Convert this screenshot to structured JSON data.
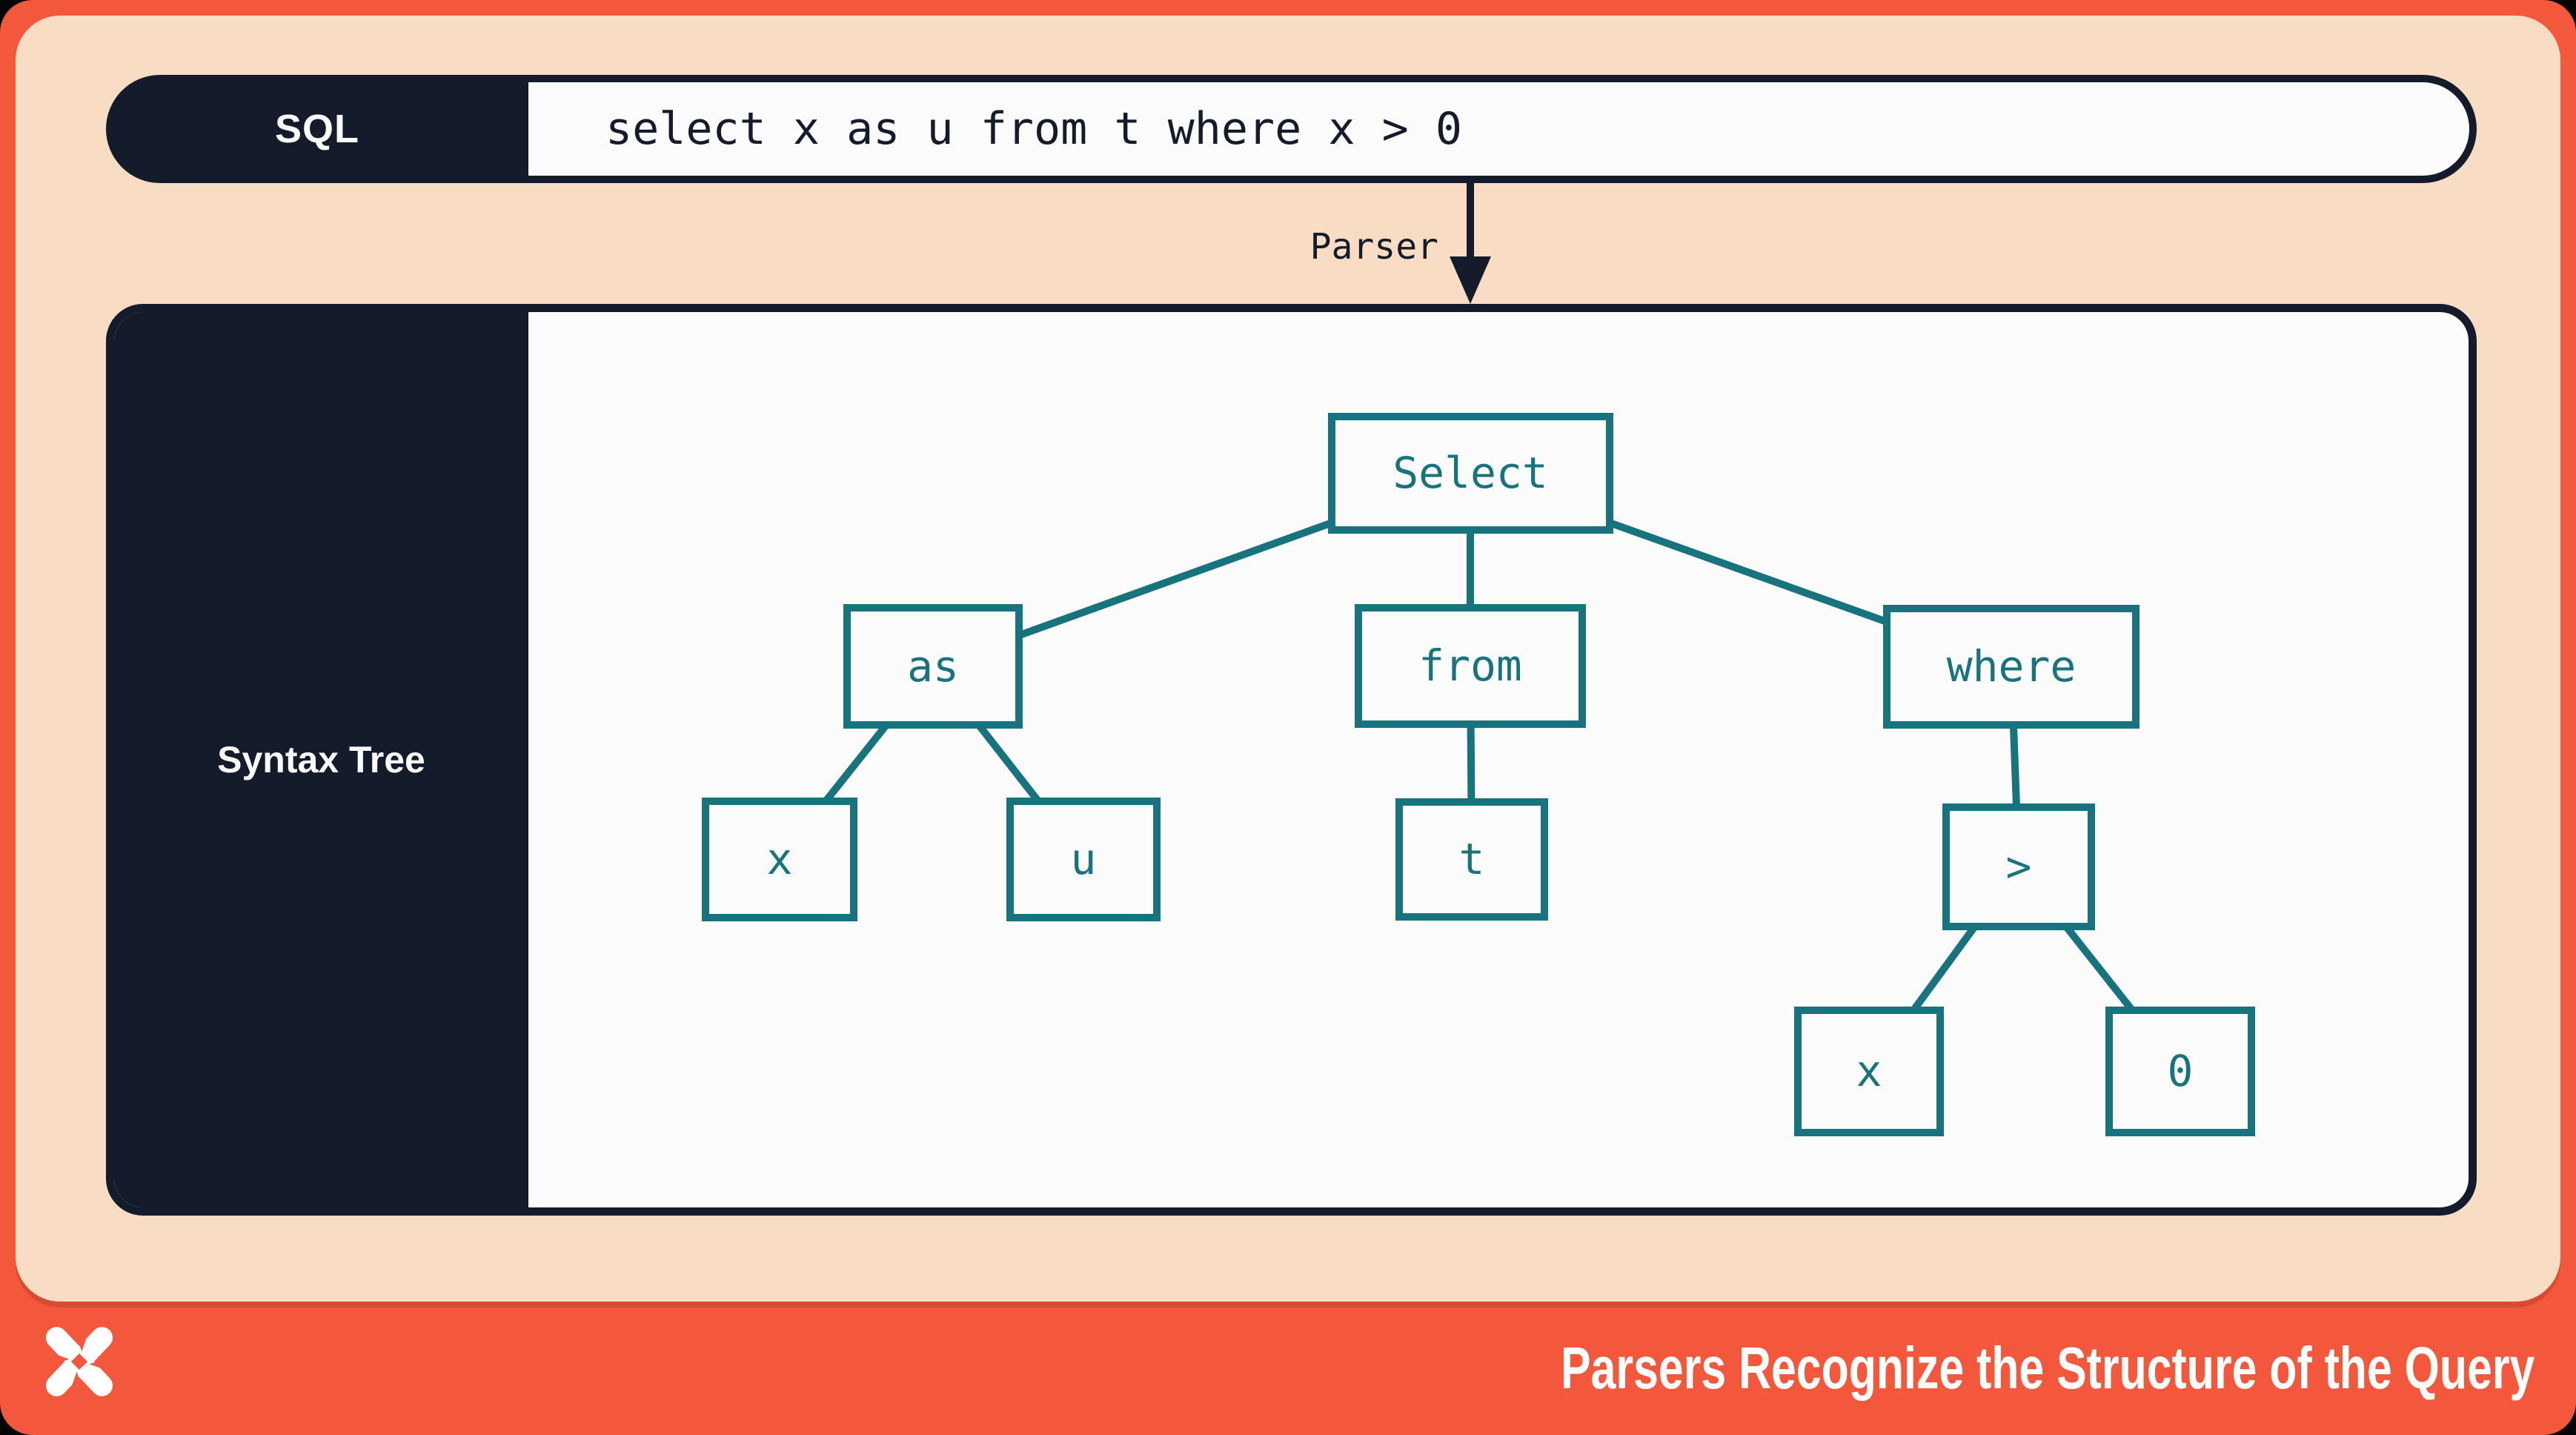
{
  "colors": {
    "brand_orange": "#F3583C",
    "peach_background": "#F8DCC3",
    "dark_navy": "#141B2B",
    "teal_accent": "#17737E",
    "card_white": "#FBFBFC"
  },
  "sql_bar": {
    "label": "SQL",
    "query": "select x as u from t where x > 0"
  },
  "parser": {
    "label": "Parser"
  },
  "syntax_tree": {
    "panel_label": "Syntax Tree",
    "nodes": [
      {
        "id": "select",
        "label": "Select"
      },
      {
        "id": "as",
        "label": "as"
      },
      {
        "id": "from",
        "label": "from"
      },
      {
        "id": "where",
        "label": "where"
      },
      {
        "id": "x-column",
        "label": "x"
      },
      {
        "id": "u-alias",
        "label": "u"
      },
      {
        "id": "t-table",
        "label": "t"
      },
      {
        "id": "greater-than",
        "label": ">"
      },
      {
        "id": "x-operand",
        "label": "x"
      },
      {
        "id": "zero-literal",
        "label": "0"
      }
    ],
    "edges": [
      [
        "select",
        "as"
      ],
      [
        "select",
        "from"
      ],
      [
        "select",
        "where"
      ],
      [
        "as",
        "x-column"
      ],
      [
        "as",
        "u-alias"
      ],
      [
        "from",
        "t-table"
      ],
      [
        "where",
        "greater-than"
      ],
      [
        "greater-than",
        "x-operand"
      ],
      [
        "greater-than",
        "zero-literal"
      ]
    ]
  },
  "footer": {
    "logo": "dolt-x-logo",
    "caption": "Parsers Recognize the Structure of the Query"
  }
}
